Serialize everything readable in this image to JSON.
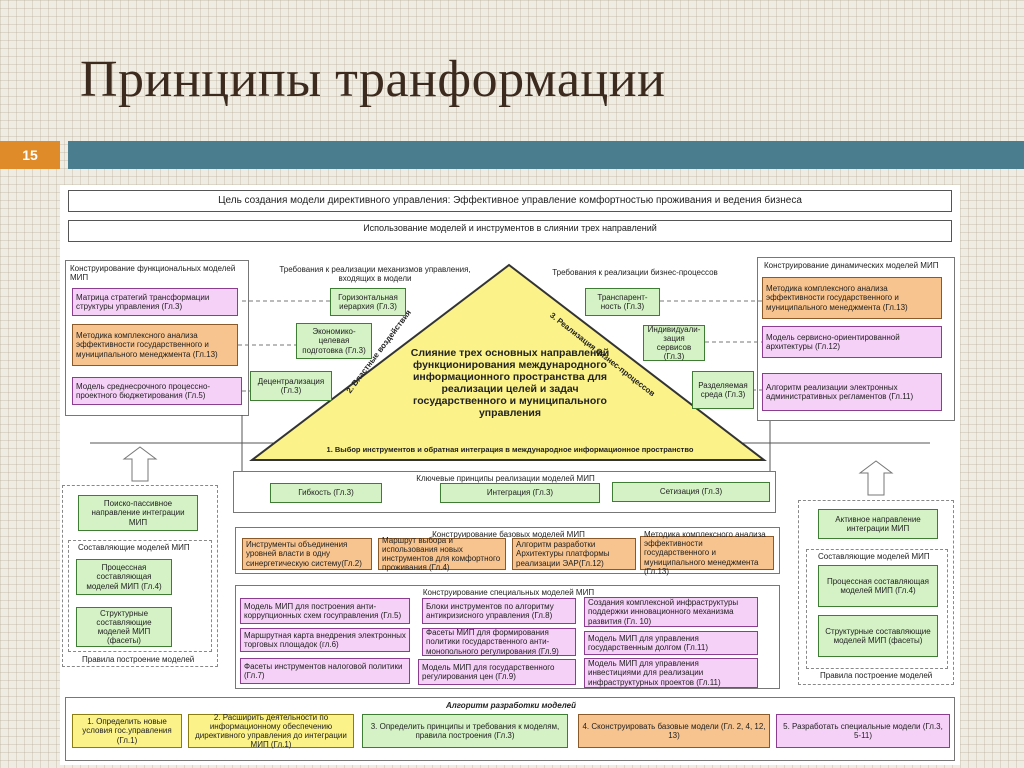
{
  "title": "Принципы транформации",
  "slide_number": "15",
  "diagram": {
    "goal": "Цель создания модели директивного управления: Эффективное управление комфортностью проживания и ведения бизнеса",
    "models_usage": "Использование моделей и инструментов в слиянии трех направлений",
    "left_panel": {
      "title": "Конструирование функциональных моделей МИП",
      "items": [
        "Матрица стратегий трансформации структуры управления  (Гл.3)",
        "Методика комплексного анализа эффективности государственного и муниципального менеджмента (Гл.13)",
        "Модель среднесрочного процессно-проектного бюджетирования (Гл.5)"
      ]
    },
    "right_panel": {
      "title": "Конструирование динамических моделей МИП",
      "items": [
        "Методика комплексного анализа эффективности государственного и муниципального менеджмента (Гл.13)",
        "Модель сервисно-ориентированной архитектуры (Гл.12)",
        "Алгоритм реализации электронных административных регламентов (Гл.11)"
      ]
    },
    "req_left": "Требования к реализации механизмов управления, входящих в модели",
    "req_right": "Требования к реализации бизнес-процессов",
    "left_green": [
      "Горизонтальная иерархия (Гл.3)",
      "Экономико-целевая подготовка (Гл.3)",
      "Децентрализация (Гл.3)"
    ],
    "right_green": [
      "Транспарент-ность (Гл.3)",
      "Индивидуали-зация сервисов (Гл.3)",
      "Разделяемая среда (Гл.3)"
    ],
    "triangle": {
      "center": "Слияние трех основных направлений функционирования международного информационного пространства для реализации целей и задач государственного и муниципального управления",
      "left_side": "2. Властные воздействия",
      "right_side": "3. Реализация бизнес-процессов",
      "base": "1. Выбор инструментов и обратная интеграция в международное информационное пространство"
    },
    "key_principles": {
      "title": "Ключевые принципы реализации моделей МИП",
      "items": [
        "Гибкость (Гл.3)",
        "Интеграция  (Гл.3)",
        "Сетизация (Гл.3)"
      ]
    },
    "left_side_panel": {
      "passive": "Поиско-пассивное направление интеграции МИП",
      "components_title": "Составляющие моделей МИП",
      "process": "Процессная составляющая моделей МИП (Гл.4)",
      "structural": "Структурные составляющие моделей МИП (фасеты)",
      "rules": "Правила построение моделей"
    },
    "right_side_panel": {
      "active": "Активное направление интеграции МИП",
      "components_title": "Составляющие моделей МИП",
      "process": "Процессная составляющая моделей МИП (Гл.4)",
      "structural": "Структурные составляющие моделей МИП (фасеты)",
      "rules": "Правила построение моделей"
    },
    "base_models": {
      "title": "Конструирование базовых моделей МИП",
      "items": [
        "Инструменты объединения уровней власти в одну синергетическую систему(Гл.2)",
        "Маршрут выбора и использования новых инструментов для комфортного проживания  (Гл.4)",
        "Алгоритм разработки Архитектуры платформы реализации ЭАР(Гл.12)",
        "Методика комплексного анализа эффективности государственного и муниципального менеджмента (Гл.13)"
      ]
    },
    "special_models": {
      "title": "Конструирование специальных моделей МИП",
      "items": [
        "Модель МИП для построения анти-коррупционных схем госуправления (Гл.5)",
        "Блоки инструментов по алгоритму антикризисного управления (Гл.8)",
        "Создания комплексной инфраструктуры поддержки инновационного механизма развития (Гл. 10)",
        "Маршрутная карта внедрения электронных торговых площадок (гл.6)",
        "Фасеты МИП для формирования политики государственного анти-монопольного регулирования (Гл.9)",
        "Модель МИП для управления государственным долгом (Гл.11)",
        "Фасеты инструментов налоговой политики (Гл.7)",
        "Модель МИП для государственного регулирования цен (Гл.9)",
        "Модель МИП для управления инвестициями для реализации инфраструктурных проектов (Гл.11)"
      ]
    },
    "algorithm": {
      "title": "Алгоритм разработки моделей",
      "steps": [
        "1. Определить новые условия гос.управления (Гл.1)",
        "2. Расширить деятельности по информационному обеспечению директивного управления до интеграции МИП (Гл.1)",
        "3. Определить принципы и требования к моделям, правила построения (Гл.3)",
        "4. Сконструировать базовые модели (Гл. 2, 4, 12, 13)",
        "5. Разработать специальные модели (Гл.3, 5-11)"
      ]
    }
  },
  "colors": {
    "bar": "#4a7e8f",
    "slide_badge": "#e08b2a",
    "title": "#3c2a1e",
    "pink": "#f5d0f7",
    "orange": "#f7c48f",
    "green": "#d5f2c6",
    "yellow": "#fbf28a",
    "triangle": "#fbf28a"
  }
}
